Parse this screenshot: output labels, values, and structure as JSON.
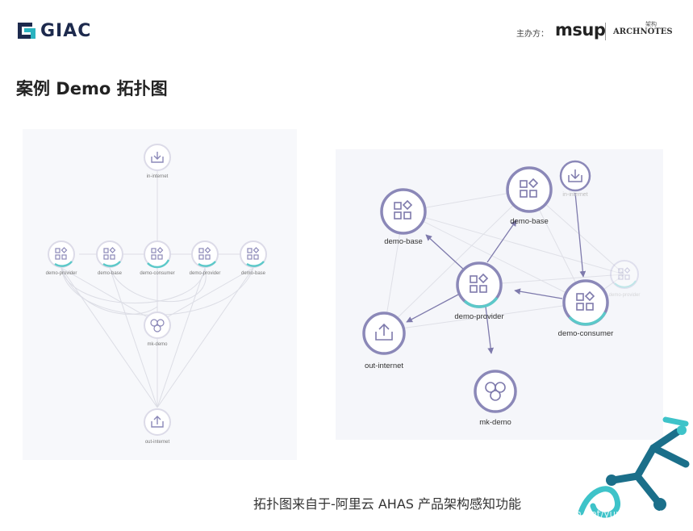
{
  "header": {
    "logo_text": "GIAC",
    "sponsor_label": "主办方：",
    "sponsor_msup": "msup",
    "sponsor_archnotes": "ARCHNOTES",
    "sponsor_archnotes_small": "架构"
  },
  "title": "案例 Demo 拓扑图",
  "left_diagram": {
    "nodes": [
      {
        "id": "in-internet",
        "label": "in-internet",
        "icon": "download-icon"
      },
      {
        "id": "demo-provider-1",
        "label": "demo-provider",
        "icon": "apps-icon"
      },
      {
        "id": "demo-base-1",
        "label": "demo-base",
        "icon": "apps-icon"
      },
      {
        "id": "demo-consumer",
        "label": "demo-consumer",
        "icon": "apps-icon"
      },
      {
        "id": "demo-provider-2",
        "label": "demo-provider",
        "icon": "apps-icon"
      },
      {
        "id": "demo-base-2",
        "label": "demo-base",
        "icon": "apps-icon"
      },
      {
        "id": "mk-demo",
        "label": "mk-demo",
        "icon": "hexagon-cluster-icon"
      },
      {
        "id": "out-internet",
        "label": "out-internet",
        "icon": "upload-icon"
      }
    ]
  },
  "right_diagram": {
    "nodes": [
      {
        "id": "demo-base-a",
        "label": "demo-base",
        "icon": "apps-icon"
      },
      {
        "id": "demo-base-b",
        "label": "demo-base",
        "icon": "apps-icon"
      },
      {
        "id": "in-internet",
        "label": "in-internet",
        "icon": "download-icon"
      },
      {
        "id": "demo-provider",
        "label": "demo-provider",
        "icon": "apps-icon"
      },
      {
        "id": "demo-consumer",
        "label": "demo-consumer",
        "icon": "apps-icon"
      },
      {
        "id": "faded",
        "label": "demo-provider",
        "icon": "apps-icon"
      },
      {
        "id": "out-internet",
        "label": "out-internet",
        "icon": "upload-icon"
      },
      {
        "id": "mk-demo",
        "label": "mk-demo",
        "icon": "hexagon-cluster-icon"
      }
    ]
  },
  "caption": "拓扑图来自于-阿里云 AHAS 产品架构感知功能",
  "watermark": "https://blog.csdn.net/yunqiinsight",
  "colors": {
    "node_stroke": "#8b88b8",
    "accent_teal": "#5cc9c9",
    "edge": "#d9dae2",
    "arrow": "#7e7aac",
    "brand": "#1d2a4d"
  }
}
